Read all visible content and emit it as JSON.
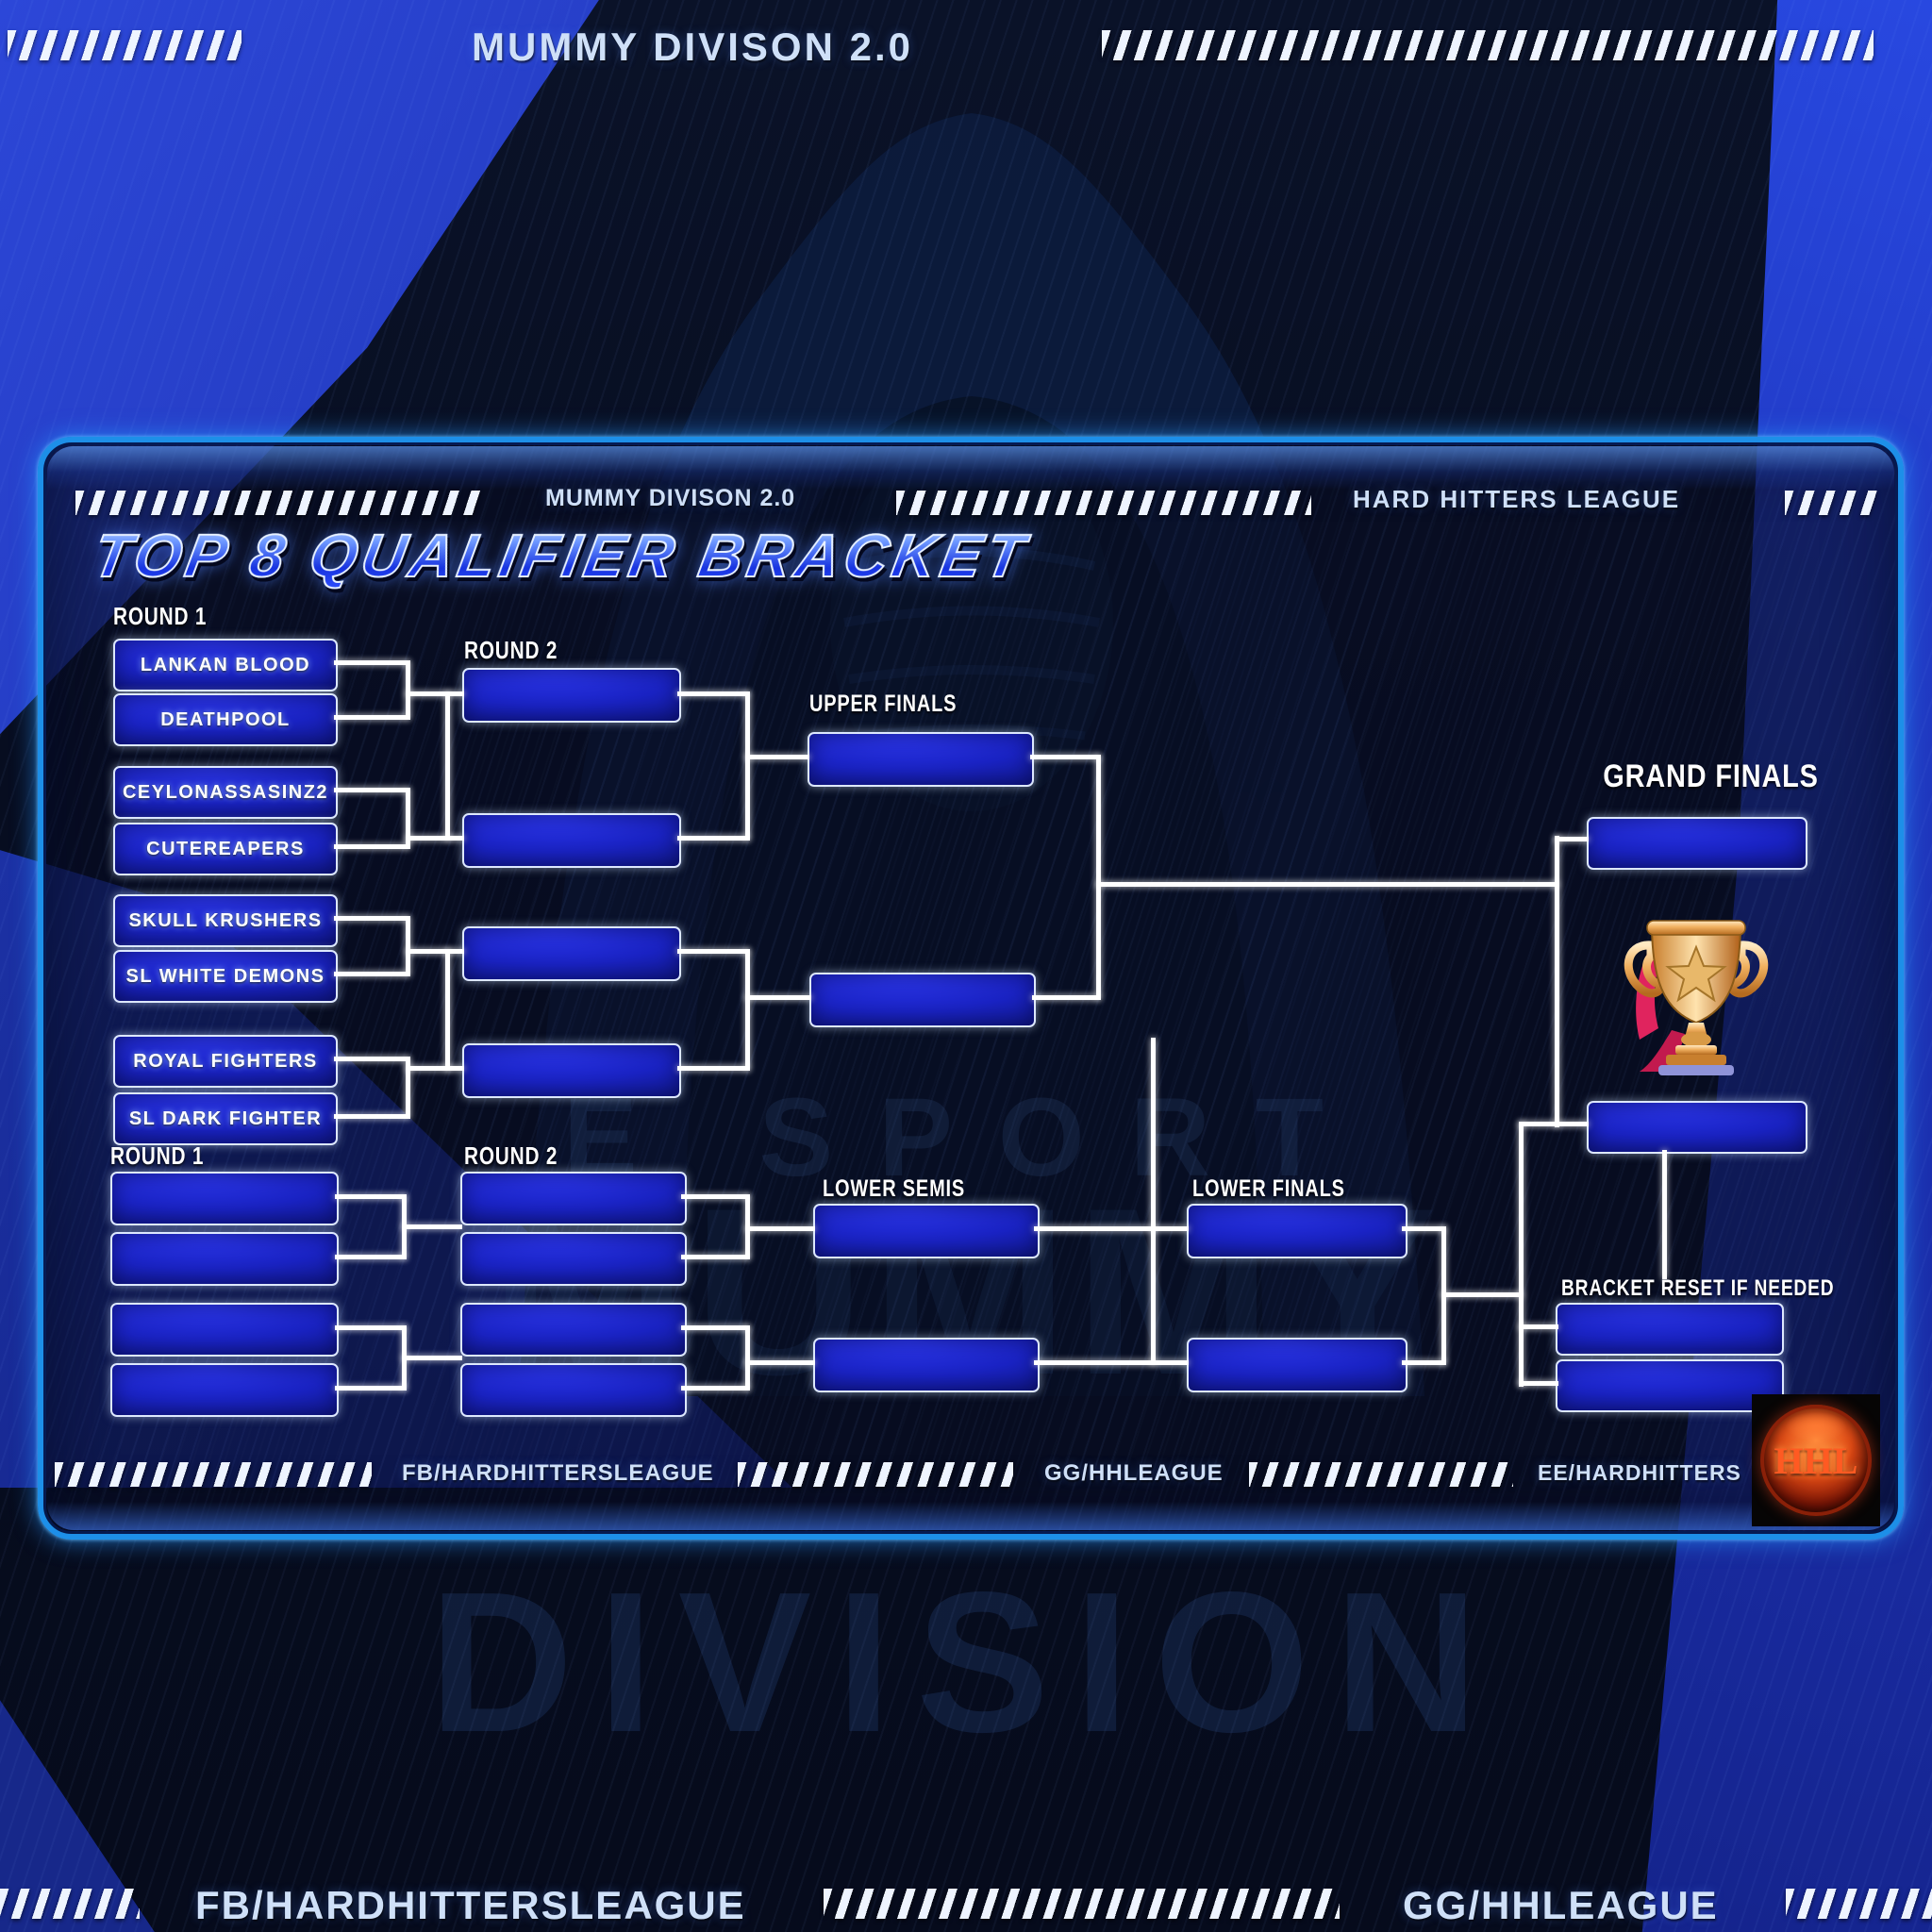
{
  "page_header": {
    "title": "MUMMY DIVISON 2.0"
  },
  "page_footer": {
    "fb": "FB/HARDHITTERSLEAGUE",
    "gg": "GG/HHLEAGUE"
  },
  "panel_header": {
    "title": "MUMMY DIVISON 2.0",
    "league": "HARD HITTERS LEAGUE"
  },
  "panel_title": "TOP 8 QUALIFIER BRACKET",
  "bracket": {
    "upper": {
      "round1_label": "ROUND 1",
      "round2_label": "ROUND 2",
      "finals_label": "UPPER FINALS",
      "grand_finals_label": "GRAND FINALS",
      "teams": [
        "LANKAN BLOOD",
        "DEATHPOOL",
        "CEYLONASSASINZ2",
        "CUTEREAPERS",
        "SKULL KRUSHERS",
        "SL WHITE DEMONS",
        "ROYAL FIGHTERS",
        "SL DARK FIGHTER"
      ]
    },
    "lower": {
      "round1_label": "ROUND 1",
      "round2_label": "ROUND 2",
      "semis_label": "LOWER SEMIS",
      "finals_label": "LOWER FINALS",
      "reset_label": "BRACKET RESET IF NEEDED"
    }
  },
  "panel_footer": {
    "fb": "FB/HARDHITTERSLEAGUE",
    "gg": "GG/HHLEAGUE",
    "ee": "EE/HARDHITTERS"
  },
  "logo": {
    "text": "HHL"
  },
  "watermark": {
    "line1": "E SPORT",
    "line2": "MUMMY",
    "line3": "DIVISION"
  },
  "colors": {
    "panel_border": "#1d8fe8",
    "slot_fill_bright": "#2d38f0",
    "slot_fill_dark": "#0a1168",
    "connector": "#ffffff",
    "header_text": "#cfe0f8",
    "title_gradient_top": "#cfe2ff",
    "title_gradient_bottom": "#1733e0",
    "logo_red": "#ff5a22",
    "ribbon_pink": "#e0245e",
    "trophy_gold": "#f0b05f"
  }
}
